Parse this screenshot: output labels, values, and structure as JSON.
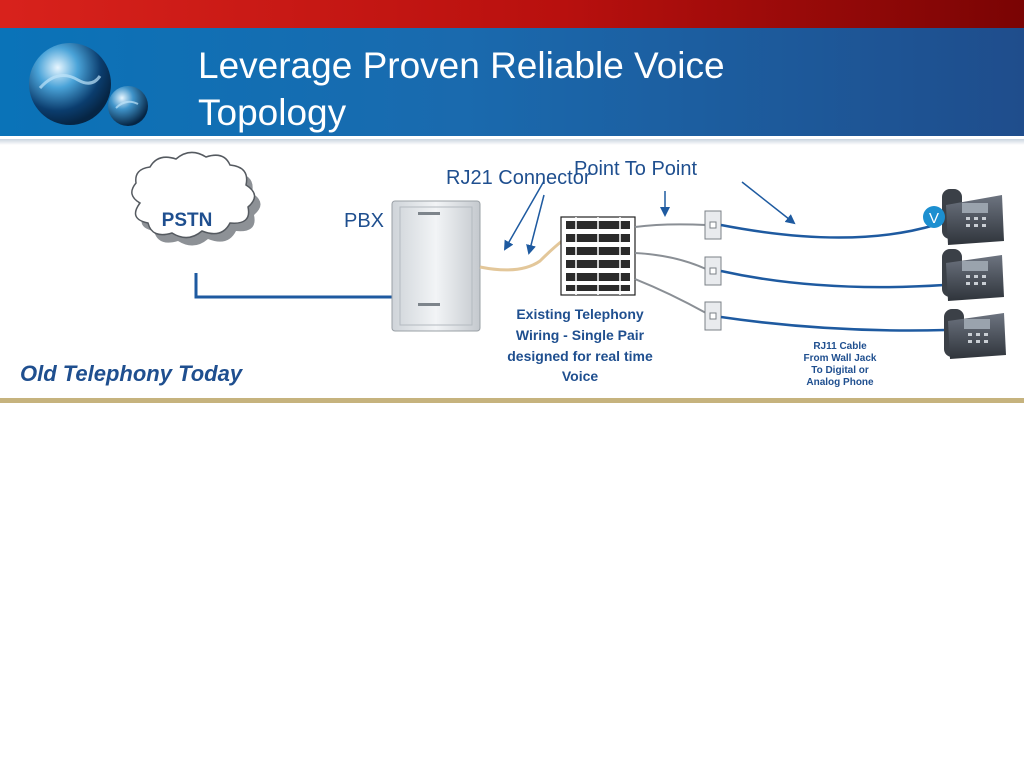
{
  "slide": {
    "title_line1": "Leverage Proven Reliable Voice",
    "title_line2": "Topology"
  },
  "diagram": {
    "pstn_label": "PSTN",
    "pbx_label": "PBX",
    "rj21_label": "RJ21 Connector",
    "point_to_point_label": "Point To Point",
    "wiring_note": [
      "Existing Telephony",
      "Wiring - Single Pair",
      "designed for real time",
      "Voice"
    ],
    "rj11_note": [
      "RJ11 Cable",
      "From Wall Jack",
      "To Digital or",
      "Analog Phone"
    ],
    "phone_badge": "V",
    "caption": "Old Telephony Today"
  },
  "colors": {
    "header_blue": "#1a6aae",
    "top_bar_red": "#b8100e",
    "label_blue": "#1f4f8f",
    "line_blue": "#1e5aa0",
    "footer_rule": "#c6b37e"
  }
}
